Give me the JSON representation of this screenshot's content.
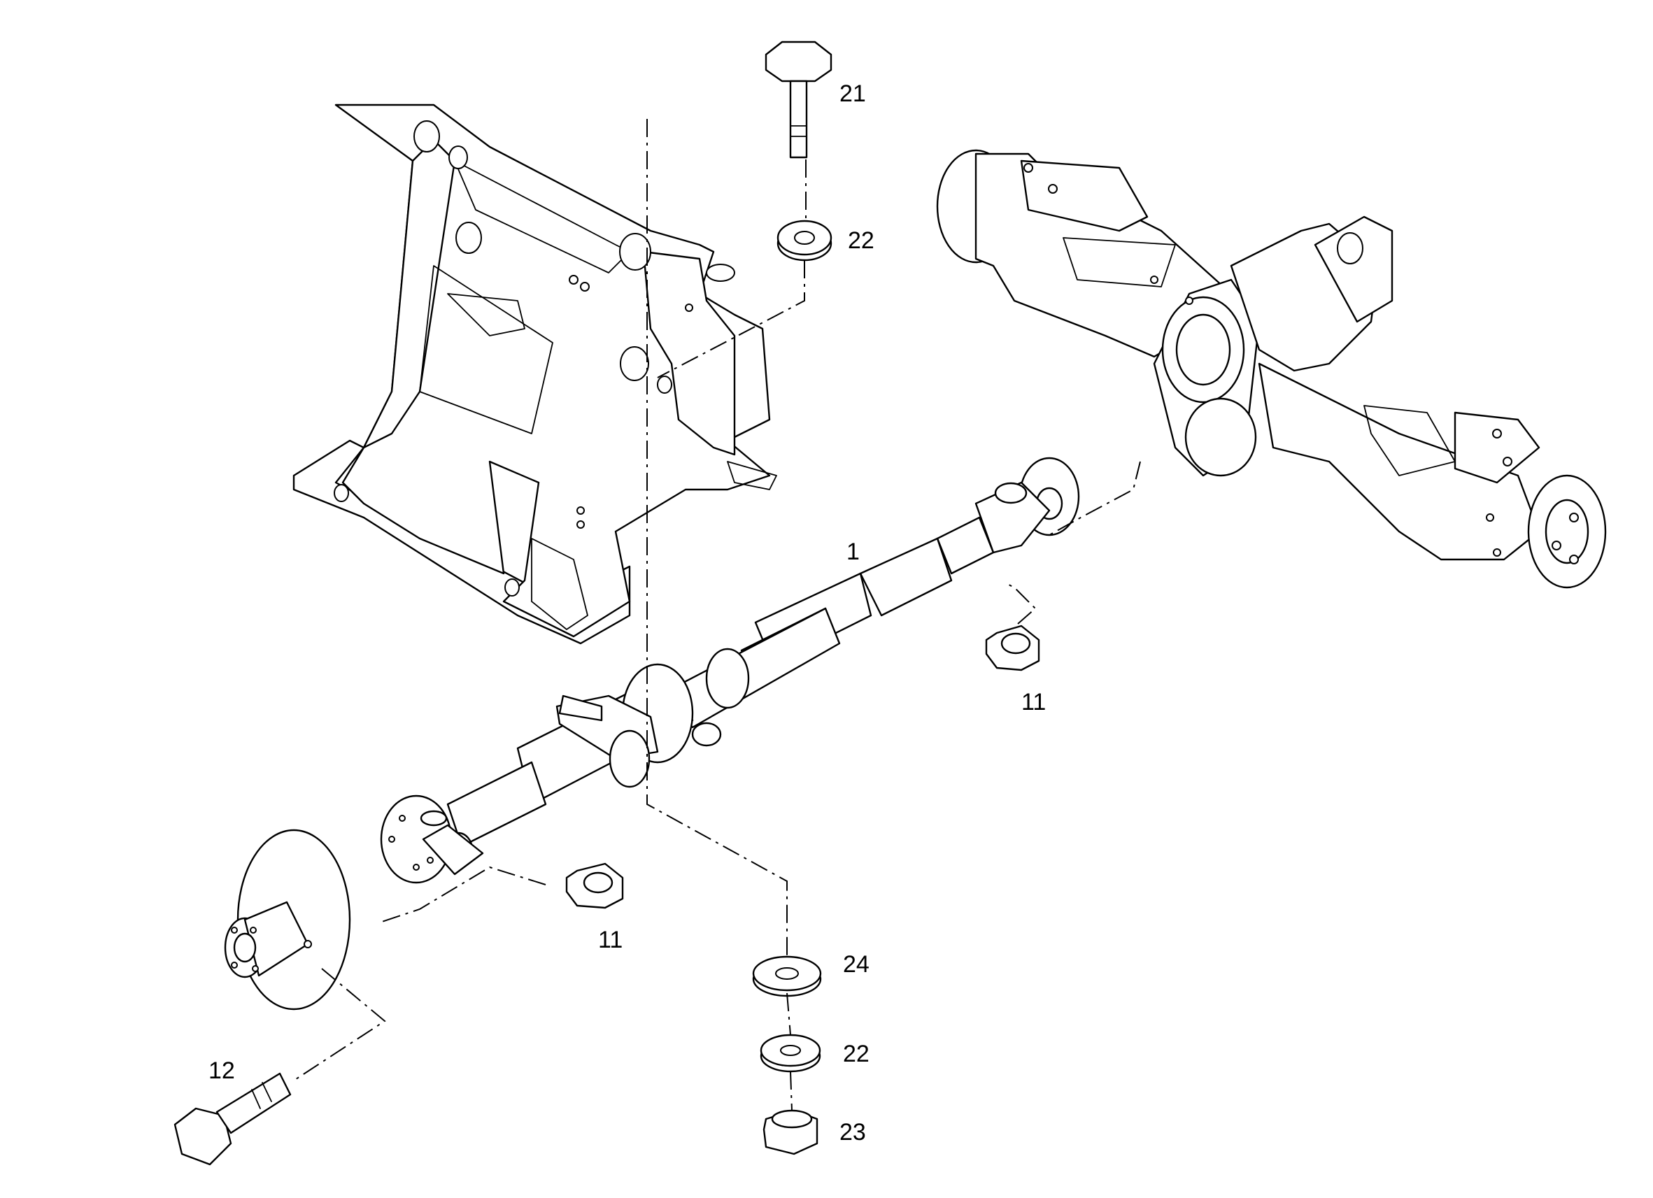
{
  "callouts": {
    "c21": "21",
    "c22_top": "22",
    "c1": "1",
    "c11_right": "11",
    "c11_left": "11",
    "c24": "24",
    "c22_bottom": "22",
    "c12": "12",
    "c23": "23"
  },
  "colors": {
    "line": "#000000",
    "background": "#ffffff"
  }
}
